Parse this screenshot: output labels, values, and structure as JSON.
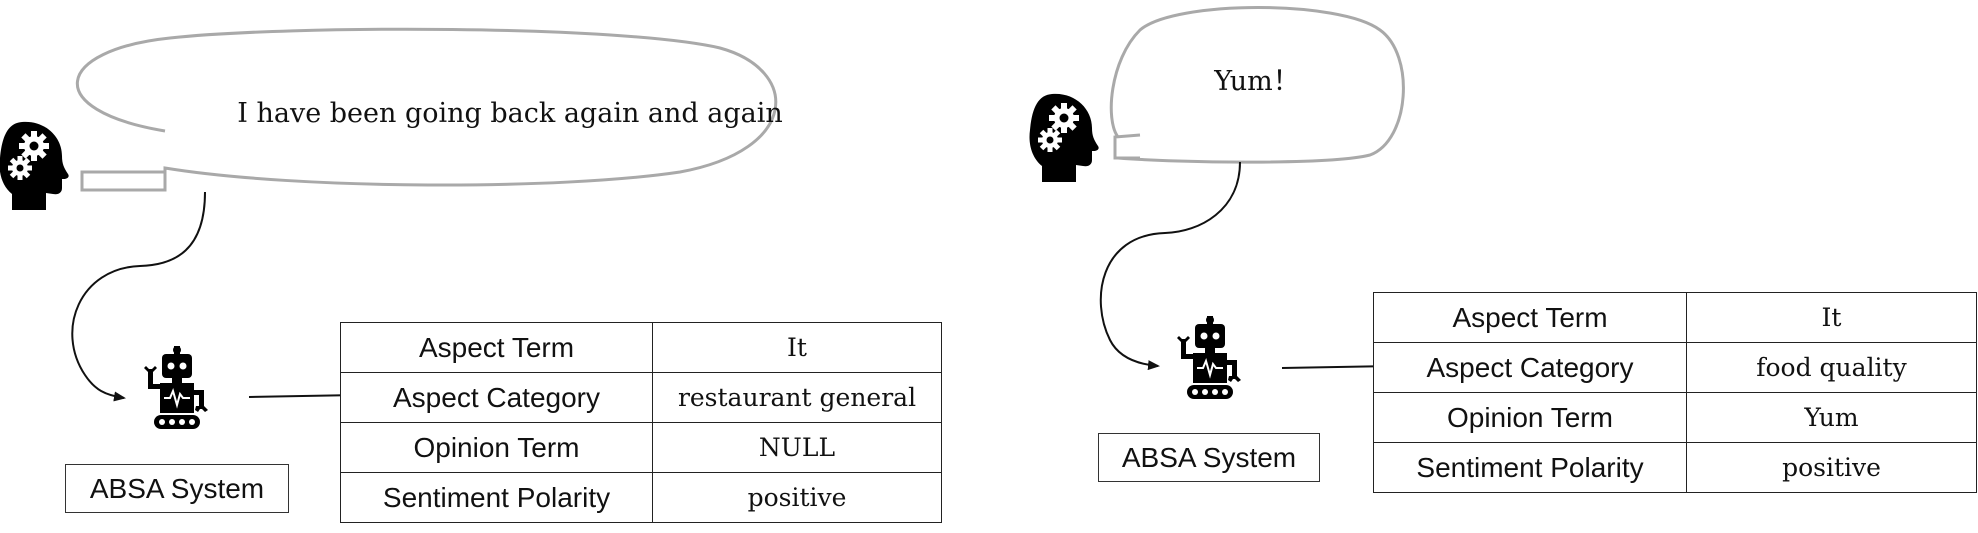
{
  "left": {
    "utterance": "I have been going back again and again",
    "system_label": "ABSA System",
    "rows": [
      {
        "key": "Aspect Term",
        "value": "It"
      },
      {
        "key": "Aspect Category",
        "value": "restaurant general"
      },
      {
        "key": "Opinion Term",
        "value": "NULL"
      },
      {
        "key": "Sentiment Polarity",
        "value": "positive"
      }
    ]
  },
  "right": {
    "utterance": "Yum！",
    "system_label": "ABSA System",
    "rows": [
      {
        "key": "Aspect Term",
        "value": "It"
      },
      {
        "key": "Aspect Category",
        "value": "food quality"
      },
      {
        "key": "Opinion Term",
        "value": "Yum"
      },
      {
        "key": "Sentiment Polarity",
        "value": "positive"
      }
    ]
  },
  "icons": [
    "thinking-head-icon",
    "robot-icon"
  ],
  "colors": {
    "bubble_stroke": "#a9a9a9",
    "line": "#111111"
  }
}
